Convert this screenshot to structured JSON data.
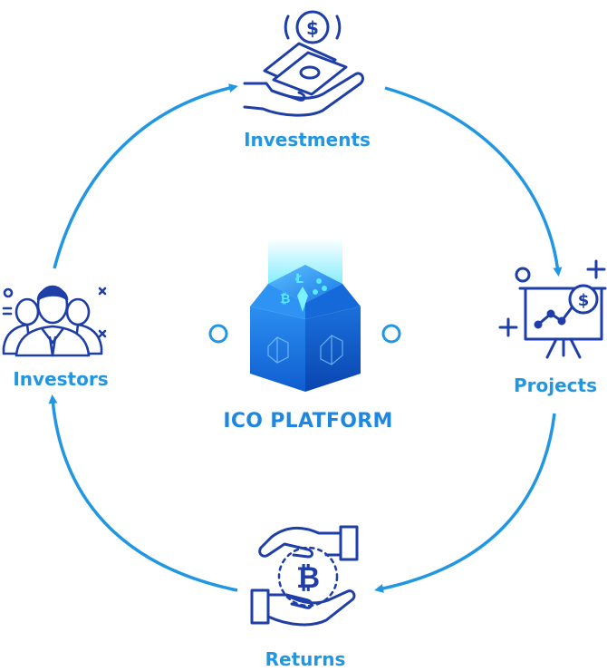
{
  "diagram": {
    "center": {
      "label": "ICO PLATFORM",
      "icon": "crypto-cube-icon"
    },
    "nodes": [
      {
        "id": "investments",
        "label": "Investments",
        "icon": "money-hand-icon"
      },
      {
        "id": "projects",
        "label": "Projects",
        "icon": "presentation-board-icon"
      },
      {
        "id": "returns",
        "label": "Returns",
        "icon": "bitcoin-exchange-hands-icon"
      },
      {
        "id": "investors",
        "label": "Investors",
        "icon": "investor-group-icon"
      }
    ],
    "flow": [
      {
        "from": "investors",
        "to": "investments"
      },
      {
        "from": "investments",
        "to": "projects"
      },
      {
        "from": "projects",
        "to": "returns"
      },
      {
        "from": "returns",
        "to": "investors"
      }
    ]
  },
  "colors": {
    "arrow": "#2196e3",
    "icon_stroke": "#1e3ea8",
    "label": "#2196e3",
    "cube_light": "#3aa6ff",
    "cube_dark": "#0a4fc0",
    "glow": "#38e0ff"
  }
}
